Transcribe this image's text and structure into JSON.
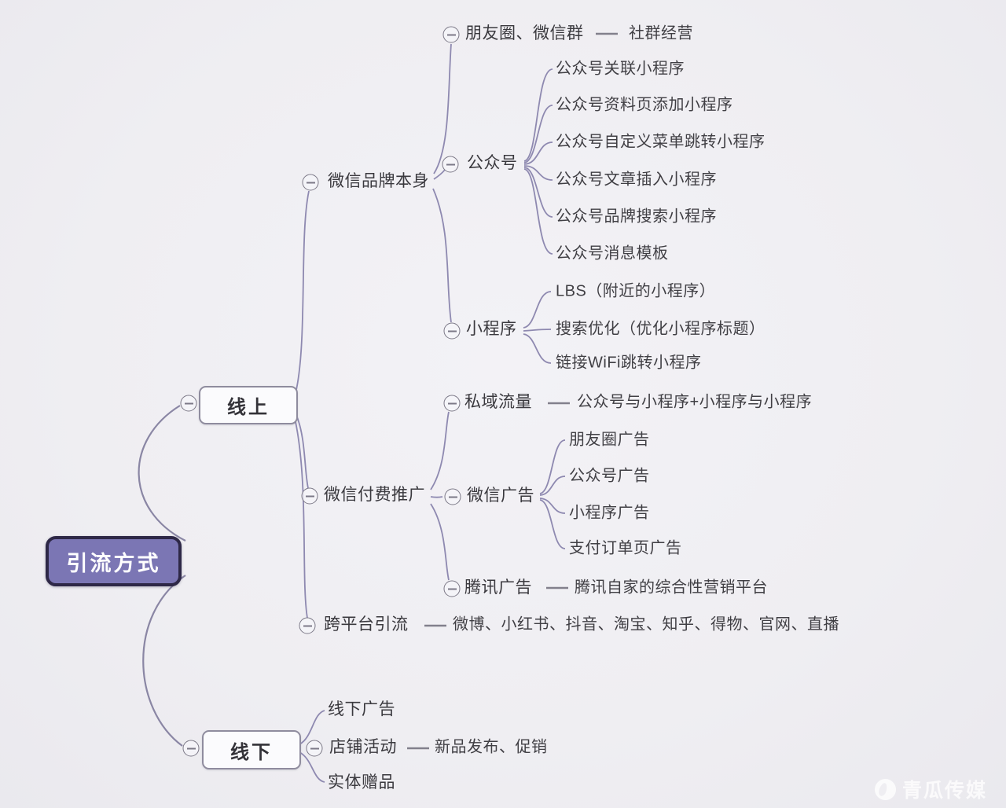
{
  "colors": {
    "background": "#efeef2",
    "branch_line": "#8e89b0",
    "dash_line": "#82808c",
    "root_fill": "#7b76b4",
    "root_border": "#2e2847",
    "box_fill": "#fbfbfd",
    "box_border": "#8f8c9e",
    "text": "#3a393e"
  },
  "mindmap": {
    "root": {
      "label": "引流方式"
    },
    "online": {
      "label": "线上",
      "wechat_brand": {
        "label": "微信品牌本身",
        "moments": {
          "label": "朋友圈、微信群",
          "note": "社群经营"
        },
        "official_account": {
          "label": "公众号",
          "items": [
            "公众号关联小程序",
            "公众号资料页添加小程序",
            "公众号自定义菜单跳转小程序",
            "公众号文章插入小程序",
            "公众号品牌搜索小程序",
            "公众号消息模板"
          ]
        },
        "mini_program": {
          "label": "小程序",
          "items": [
            "LBS（附近的小程序）",
            "搜索优化（优化小程序标题）",
            "链接WiFi跳转小程序"
          ]
        }
      },
      "wechat_paid": {
        "label": "微信付费推广",
        "private_traffic": {
          "label": "私域流量",
          "note": "公众号与小程序+小程序与小程序"
        },
        "wechat_ads": {
          "label": "微信广告",
          "items": [
            "朋友圈广告",
            "公众号广告",
            "小程序广告",
            "支付订单页广告"
          ]
        },
        "tencent_ads": {
          "label": "腾讯广告",
          "note": "腾讯自家的综合性营销平台"
        }
      },
      "cross_platform": {
        "label": "跨平台引流",
        "note": "微博、小红书、抖音、淘宝、知乎、得物、官网、直播"
      }
    },
    "offline": {
      "label": "线下",
      "offline_ads": {
        "label": "线下广告"
      },
      "store_activity": {
        "label": "店铺活动",
        "note": "新品发布、促销"
      },
      "physical_gifts": {
        "label": "实体赠品"
      }
    }
  },
  "watermark": {
    "text": "青瓜传媒"
  }
}
